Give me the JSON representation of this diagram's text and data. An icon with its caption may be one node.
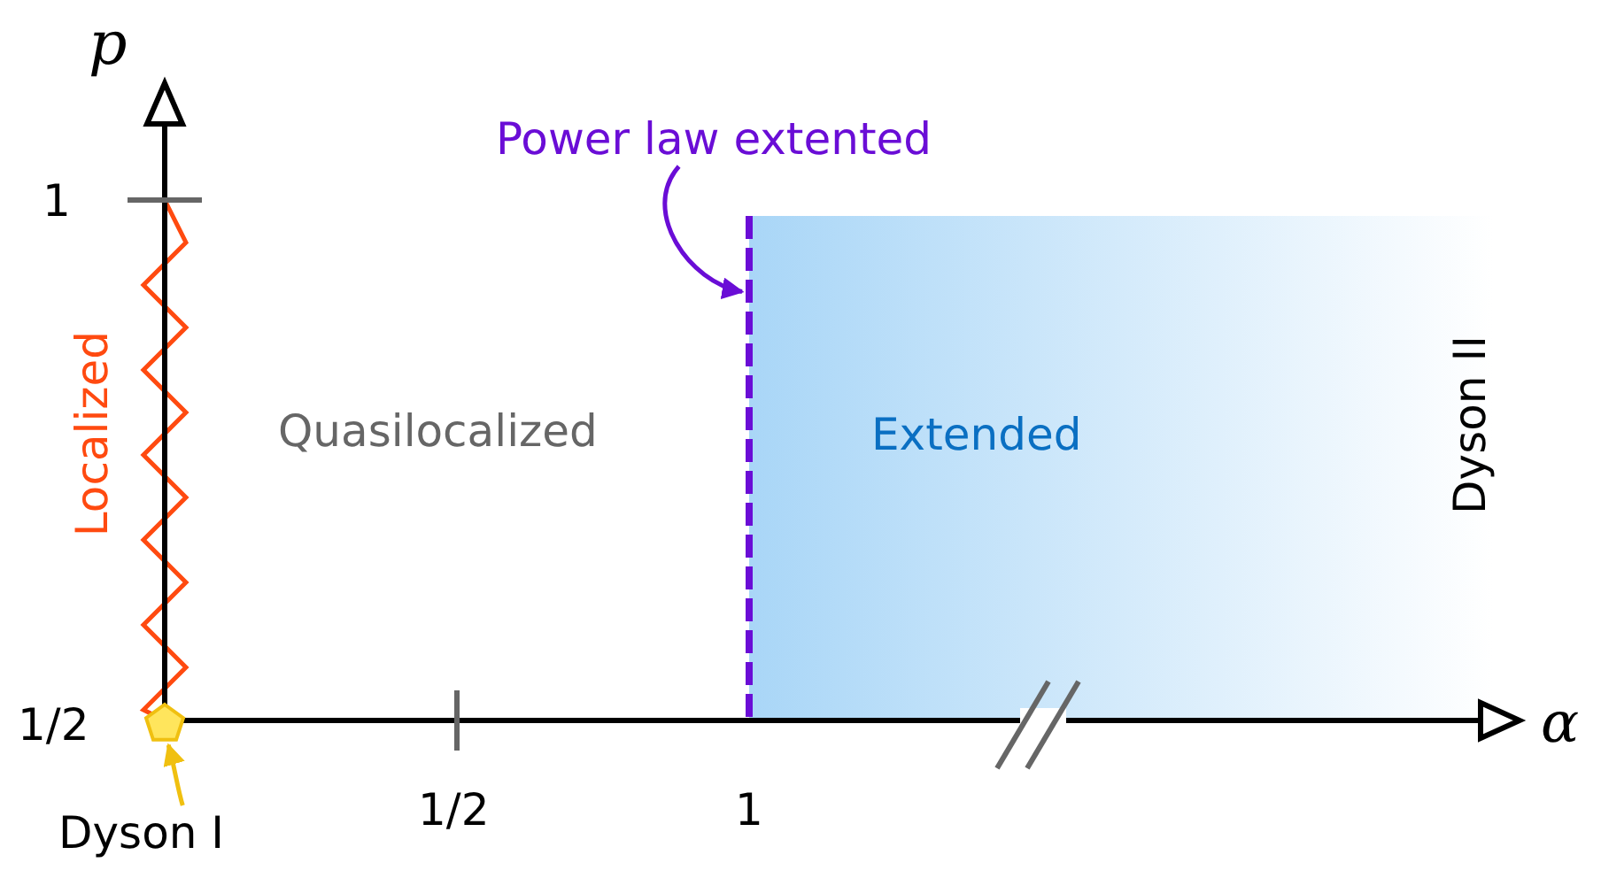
{
  "diagram": {
    "nodes": [
      {
        "text": [
          "Power law extented"
        ]
      },
      {
        "text": [],
        "shape": "line"
      },
      {
        "text": [
          "Dyson I"
        ]
      },
      {
        "text": [],
        "shape": "pentagon"
      }
    ],
    "edges": [
      {
        "from": 0,
        "to": 1,
        "arrow": "to",
        "color": "#6a0dd6"
      },
      {
        "from": 2,
        "to": 3,
        "arrow": "to",
        "color": "#f0c010"
      }
    ],
    "labels": [
      "p",
      "1",
      "Localized",
      "Quasilocalized",
      "Extended",
      "Dyson II",
      "1/2",
      "α",
      "1/2",
      "1"
    ]
  }
}
